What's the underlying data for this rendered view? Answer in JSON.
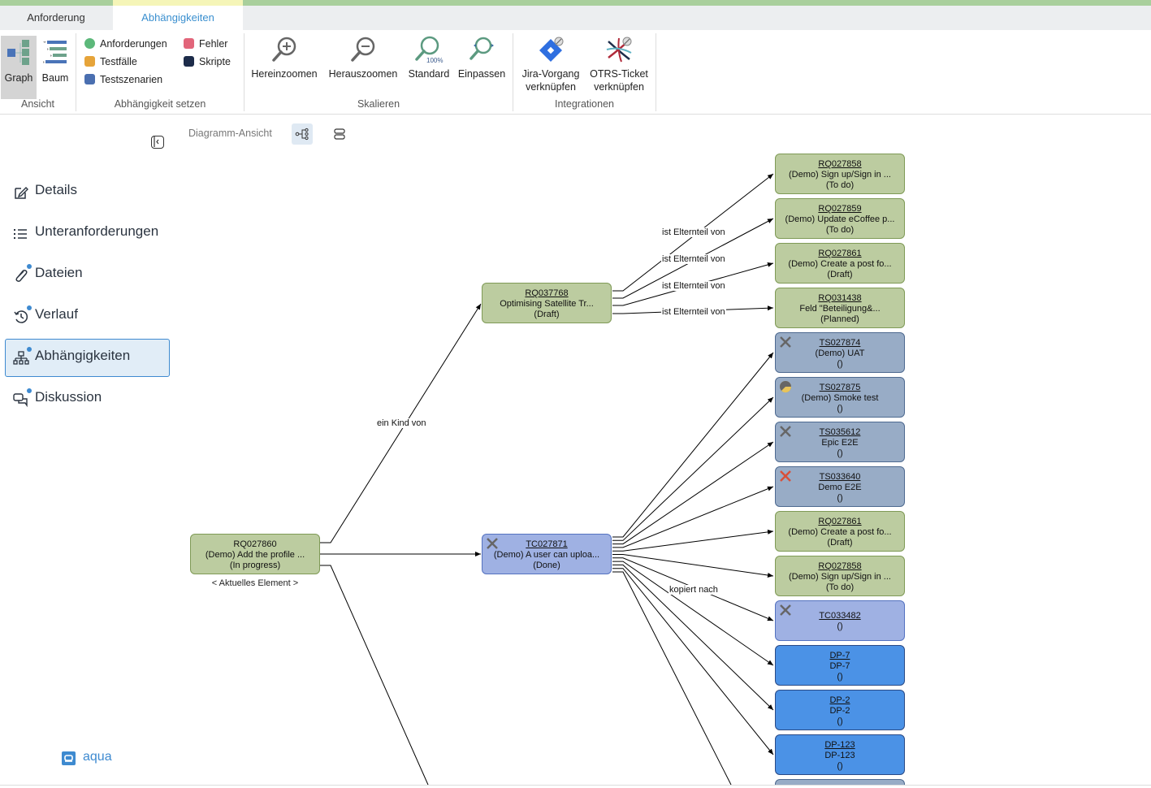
{
  "tabs": [
    {
      "label": "Anforderung",
      "active": false
    },
    {
      "label": "Abhängigkeiten",
      "active": true
    }
  ],
  "ribbon": {
    "groups": {
      "ansicht": {
        "label": "Ansicht",
        "buttons": [
          {
            "label": "Graph",
            "icon": "graph-view-icon",
            "selected": true
          },
          {
            "label": "Baum",
            "icon": "tree-view-icon",
            "selected": false
          }
        ]
      },
      "abhaengigkeit": {
        "label": "Abhängigkeit setzen",
        "buttons": [
          {
            "label": "Anforderungen",
            "icon": "requirement-icon",
            "color": "#5cb87a"
          },
          {
            "label": "Testfälle",
            "icon": "testcase-icon",
            "color": "#e6a43a"
          },
          {
            "label": "Testszenarien",
            "icon": "testscenario-icon",
            "color": "#4a6fb0"
          },
          {
            "label": "Fehler",
            "icon": "defect-icon",
            "color": "#e2657a"
          },
          {
            "label": "Skripte",
            "icon": "script-icon",
            "color": "#1d2c4a"
          }
        ]
      },
      "skalieren": {
        "label": "Skalieren",
        "buttons": [
          {
            "label": "Hereinzoomen",
            "icon": "zoom-in-icon"
          },
          {
            "label": "Herauszoomen",
            "icon": "zoom-out-icon"
          },
          {
            "label": "Standard",
            "icon": "zoom-reset-icon",
            "badge": "100%"
          },
          {
            "label": "Einpassen",
            "icon": "zoom-fit-icon"
          }
        ]
      },
      "integrationen": {
        "label": "Integrationen",
        "buttons": [
          {
            "label1": "Jira-Vorgang",
            "label2": "verknüpfen",
            "icon": "jira-link-icon"
          },
          {
            "label1": "OTRS-Ticket",
            "label2": "verknüpfen",
            "icon": "otrs-link-icon"
          }
        ]
      }
    }
  },
  "viewbar": {
    "label": "Diagramm-Ansicht"
  },
  "sidebar": {
    "items": [
      {
        "label": "Details",
        "icon": "edit-icon",
        "dot": false,
        "active": false
      },
      {
        "label": "Unteranforderungen",
        "icon": "list-icon",
        "dot": false,
        "active": false
      },
      {
        "label": "Dateien",
        "icon": "paperclip-icon",
        "dot": true,
        "active": false
      },
      {
        "label": "Verlauf",
        "icon": "history-icon",
        "dot": true,
        "active": false
      },
      {
        "label": "Abhängigkeiten",
        "icon": "dependencies-icon",
        "dot": true,
        "active": true
      },
      {
        "label": "Diskussion",
        "icon": "discussion-icon",
        "dot": true,
        "active": false
      }
    ],
    "brand": "aqua"
  },
  "graph": {
    "current_label": "< Aktuelles Element >",
    "nodes": {
      "root": {
        "id": "RQ027860",
        "title": "(Demo) Add the profile ...",
        "status": "(In progress)"
      },
      "parent": {
        "id": "RQ037768",
        "title": "Optimising Satellite Tr...",
        "status": "(Draft)"
      },
      "tc": {
        "id": "TC027871",
        "title": "(Demo) A user can uploa...",
        "status": "(Done)"
      },
      "right": [
        {
          "id": "RQ027858",
          "title": "(Demo) Sign up/Sign in ...",
          "status": "(To do)",
          "kind": "req"
        },
        {
          "id": "RQ027859",
          "title": "(Demo) Update eCoffee p...",
          "status": "(To do)",
          "kind": "req"
        },
        {
          "id": "RQ027861",
          "title": "(Demo) Create a post fo...",
          "status": "(Draft)",
          "kind": "req"
        },
        {
          "id": "RQ031438",
          "title": "Feld \"Beteiligung&...",
          "status": "(Planned)",
          "kind": "req"
        },
        {
          "id": "TS027874",
          "title": "(Demo) UAT",
          "status": "()",
          "kind": "ts",
          "mark": "x-gray"
        },
        {
          "id": "TS027875",
          "title": "(Demo) Smoke test",
          "status": "()",
          "kind": "ts",
          "mark": "pie"
        },
        {
          "id": "TS035612",
          "title": "Epic E2E",
          "status": "()",
          "kind": "ts",
          "mark": "x-gray"
        },
        {
          "id": "TS033640",
          "title": "Demo E2E",
          "status": "()",
          "kind": "ts",
          "mark": "x-red"
        },
        {
          "id": "RQ027861",
          "title": "(Demo) Create a post fo...",
          "status": "(Draft)",
          "kind": "req"
        },
        {
          "id": "RQ027858",
          "title": "(Demo) Sign up/Sign in ...",
          "status": "(To do)",
          "kind": "req"
        },
        {
          "id": "TC033482",
          "title": "",
          "status": "()",
          "kind": "tc",
          "mark": "x-gray"
        },
        {
          "id": "DP-7",
          "title": "DP-7",
          "status": "()",
          "kind": "jira"
        },
        {
          "id": "DP-2",
          "title": "DP-2",
          "status": "()",
          "kind": "jira"
        },
        {
          "id": "DP-123",
          "title": "DP-123",
          "status": "()",
          "kind": "jira"
        }
      ]
    },
    "edge_labels": {
      "child_of": "ein Kind von",
      "parent_of": "ist Elternteil von",
      "copied_to": "kopiert nach"
    }
  }
}
